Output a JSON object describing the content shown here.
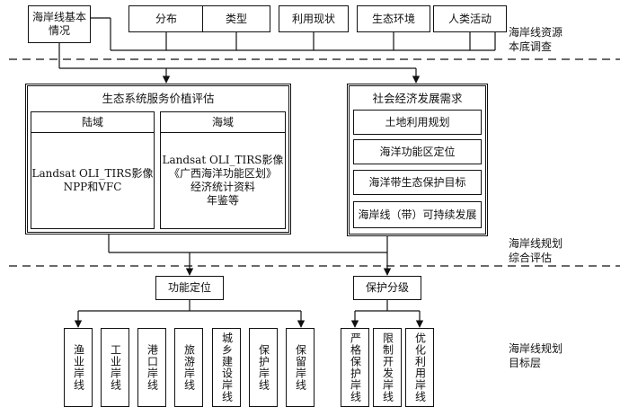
{
  "survey": {
    "basic": "海岸线基本\n情况",
    "items": [
      "分布",
      "类型",
      "利用现状",
      "生态环境",
      "人类活动"
    ]
  },
  "eco": {
    "title": "生态系统服务价植评估",
    "land": {
      "title": "陆域",
      "content": "Landsat OLI_TIRS影像\nNPP和VFC"
    },
    "sea": {
      "title": "海域",
      "content": "Landsat OLI_TIRS影像\n《广西海洋功能区划》\n经济统计资料\n年鉴等"
    }
  },
  "social": {
    "title": "社会经济发展需求",
    "items": [
      "土地利用规划",
      "海洋功能区定位",
      "海洋带生态保护目标",
      "海岸线（带）可持续发展"
    ]
  },
  "mid": {
    "function": "功能定位",
    "protect": "保护分级"
  },
  "function_lines": [
    "渔业岸线",
    "工业岸线",
    "港口岸线",
    "旅游岸线",
    "城乡建设岸线",
    "保护岸线",
    "保留岸线"
  ],
  "protect_lines": [
    "严格保护岸线",
    "限制开发岸线",
    "优化利用岸线"
  ],
  "layers": {
    "survey": "海岸线资源\n本底调查",
    "eval": "海岸线规划\n综合评估",
    "target": "海岸线规划\n目标层"
  }
}
